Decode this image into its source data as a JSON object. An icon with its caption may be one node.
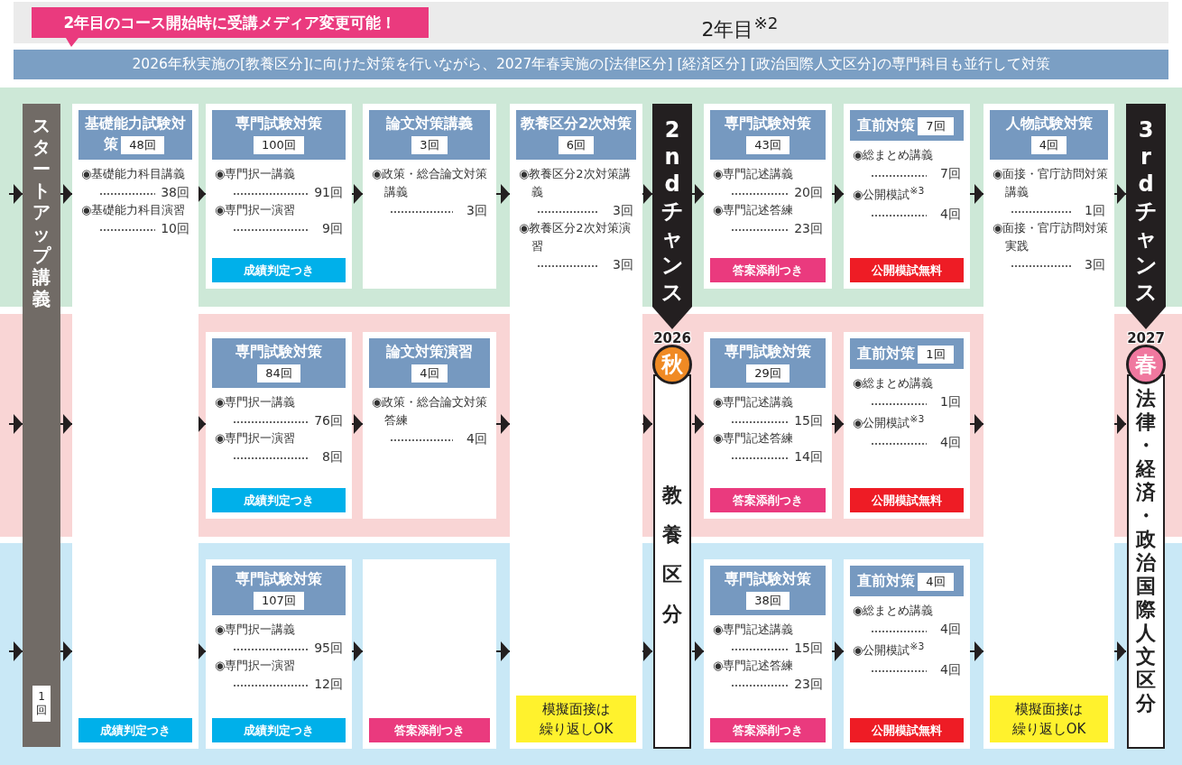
{
  "diagram": {
    "nodes": [
      {
        "text": [
          "スタートアップ講義",
          "1回"
        ]
      },
      {
        "text": [
          "基礎能力試験対策",
          "48回",
          "◉基礎能力科目講義",
          "38回",
          "◉基礎能力科目演習",
          "10回",
          "成績判定つき"
        ]
      },
      {
        "text": [
          "専門試験対策",
          "100回",
          "◉専門択一講義",
          "91回",
          "◉専門択一演習",
          "9回",
          "成績判定つき"
        ]
      },
      {
        "text": [
          "論文対策講義",
          "3回",
          "◉政策・総合論文対策講義",
          "3回"
        ]
      },
      {
        "text": [
          "教養区分2次対策",
          "6回",
          "◉教養区分2次対策講義",
          "3回",
          "◉教養区分2次対策演習",
          "3回",
          "模擬面接は繰り返しOK"
        ]
      },
      {
        "text": [
          "2ndチャンス",
          "2026",
          "秋",
          "教養区分"
        ]
      },
      {
        "text": [
          "専門試験対策",
          "43回",
          "◉専門記述講義",
          "20回",
          "◉専門記述答練",
          "23回",
          "答案添削つき"
        ]
      },
      {
        "text": [
          "直前対策",
          "7回",
          "◉総まとめ講義",
          "7回",
          "◉公開模試$^{※3}$",
          "4回",
          "公開模試無料"
        ]
      },
      {
        "text": [
          "人物試験対策",
          "4回",
          "◉面接・官庁訪問対策講義",
          "1回",
          "◉面接・官庁訪問対策実践",
          "3回",
          "模擬面接は繰り返しOK"
        ]
      },
      {
        "text": [
          "3rdチャンス",
          "2027",
          "春",
          "法律・経済・政治国際人文区分"
        ]
      },
      {
        "text": [
          "専門試験対策",
          "84回",
          "◉専門択一講義",
          "76回",
          "◉専門択一演習",
          "8回",
          "成績判定つき"
        ]
      },
      {
        "text": [
          "論文対策演習",
          "4回",
          "◉政策・総合論文対策答練",
          "4回"
        ]
      },
      {
        "text": [
          "専門試験対策",
          "29回",
          "◉専門記述講義",
          "15回",
          "◉専門記述答練",
          "14回",
          "答案添削つき"
        ]
      },
      {
        "text": [
          "直前対策",
          "1回",
          "◉総まとめ講義",
          "1回",
          "◉公開模試$^{※3}$",
          "4回",
          "公開模試無料"
        ]
      },
      {
        "text": [
          "専門試験対策",
          "107回",
          "◉専門択一講義",
          "95回",
          "◉専門択一演習",
          "12回",
          "成績判定つき"
        ]
      },
      {
        "text": [
          "答案添削つき"
        ]
      },
      {
        "text": [
          "専門試験対策",
          "38回",
          "◉専門記述講義",
          "15回",
          "◉専門記述答練",
          "23回",
          "答案添削つき"
        ]
      },
      {
        "text": [
          "直前対策",
          "4回",
          "◉総まとめ講義",
          "4回",
          "◉公開模試$^{※3}$",
          "4回",
          "公開模試無料"
        ]
      }
    ],
    "edges": [
      {
        "from": null,
        "to": 0,
        "arrow": "to"
      },
      {
        "from": 0,
        "to": 1,
        "arrow": "to"
      },
      {
        "from": 1,
        "to": 2,
        "arrow": "to"
      },
      {
        "from": 2,
        "to": 3,
        "arrow": "to"
      },
      {
        "from": 3,
        "to": 4,
        "arrow": "to"
      },
      {
        "from": 4,
        "to": 5,
        "arrow": "to"
      },
      {
        "from": 5,
        "to": 6,
        "arrow": "to"
      },
      {
        "from": 6,
        "to": 7,
        "arrow": "to"
      },
      {
        "from": 7,
        "to": 8,
        "arrow": "to"
      },
      {
        "from": 8,
        "to": 9,
        "arrow": "to"
      },
      {
        "from": null,
        "to": 0,
        "arrow": "to"
      },
      {
        "from": 0,
        "to": 1,
        "arrow": "to"
      },
      {
        "from": 1,
        "to": 10,
        "arrow": "to"
      },
      {
        "from": 10,
        "to": 11,
        "arrow": "to"
      },
      {
        "from": 11,
        "to": 4,
        "arrow": "to"
      },
      {
        "from": 4,
        "to": 5,
        "arrow": "to"
      },
      {
        "from": 5,
        "to": 12,
        "arrow": "to"
      },
      {
        "from": 12,
        "to": 13,
        "arrow": "to"
      },
      {
        "from": 13,
        "to": 8,
        "arrow": "to"
      },
      {
        "from": 8,
        "to": 9,
        "arrow": "to"
      },
      {
        "from": null,
        "to": 0,
        "arrow": "to"
      },
      {
        "from": 0,
        "to": 1,
        "arrow": "to"
      },
      {
        "from": 1,
        "to": 14,
        "arrow": "to"
      },
      {
        "from": 14,
        "to": 15,
        "arrow": "to"
      },
      {
        "from": 15,
        "to": 4,
        "arrow": "to"
      },
      {
        "from": 4,
        "to": 5,
        "arrow": "to"
      },
      {
        "from": 5,
        "to": 16,
        "arrow": "to"
      },
      {
        "from": 16,
        "to": 17,
        "arrow": "to"
      },
      {
        "from": 17,
        "to": 8,
        "arrow": "to"
      },
      {
        "from": 8,
        "to": 9,
        "arrow": "to"
      }
    ],
    "labels": [
      "2年目のコース開始時に受講メディア変更可能！",
      "2年目$^{※2}$",
      "2026年秋実施の[教養区分]に向けた対策を行いながら、2027年春実施の[法律区分] [経済区分] [政治国際人文区分]の専門科目も並行して対策"
    ]
  }
}
